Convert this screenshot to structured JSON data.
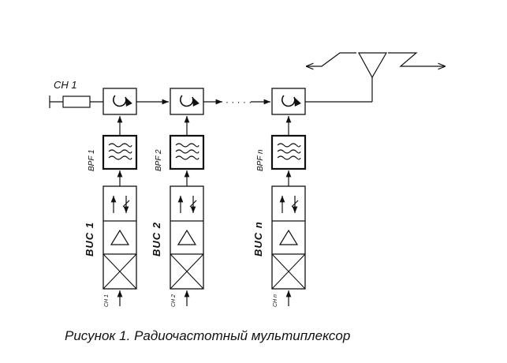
{
  "diagram": {
    "source_label": "CH 1",
    "caption": "Рисунок 1. Радиочастотный мультиплексор",
    "ellipsis": "· · · · ·",
    "channels": [
      {
        "bpf": "BPF 1",
        "buc": "BUC 1",
        "input": "CH 1"
      },
      {
        "bpf": "BPF 2",
        "buc": "BUC 2",
        "input": "CH 2"
      },
      {
        "bpf": "BPF n",
        "buc": "BUC n",
        "input": "CH n"
      }
    ]
  }
}
